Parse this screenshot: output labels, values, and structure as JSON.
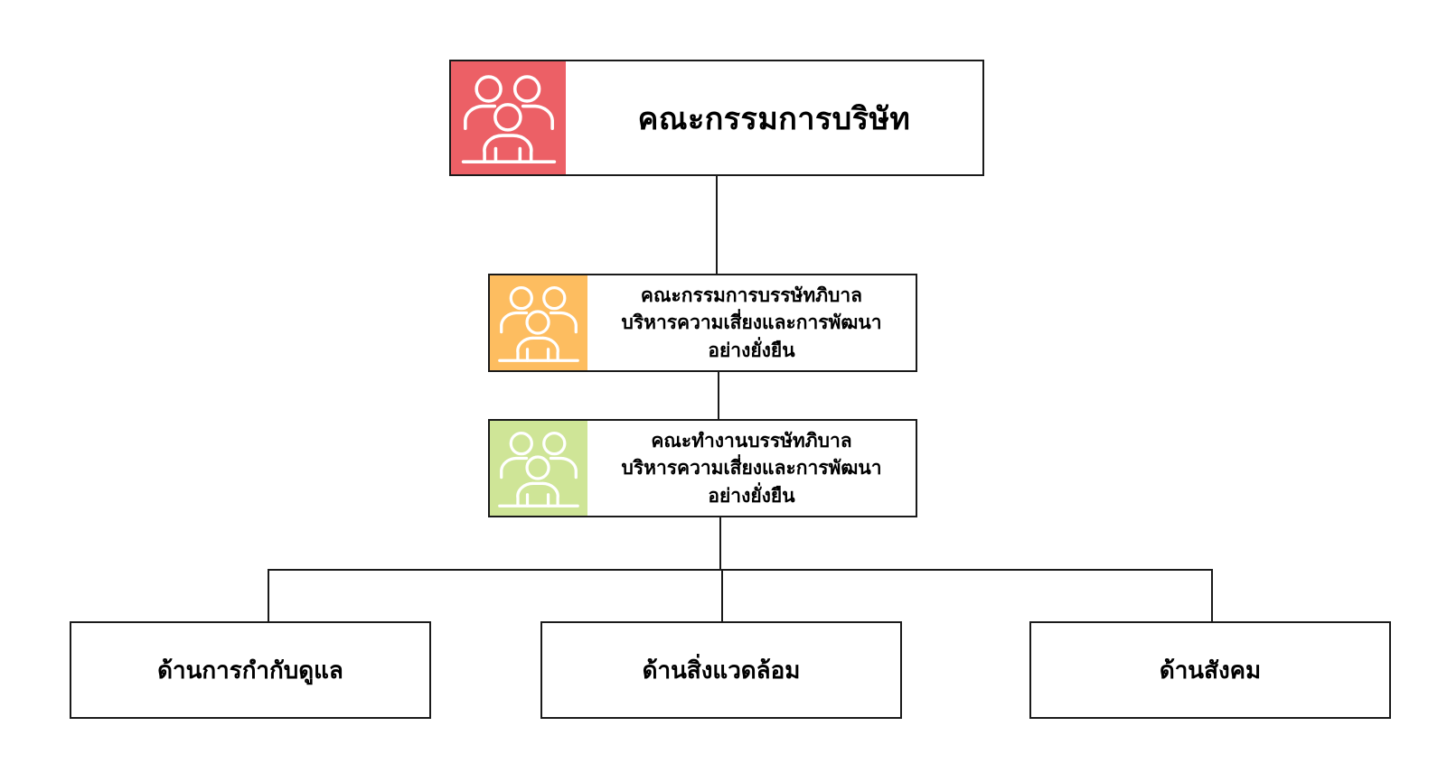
{
  "nodes": {
    "board": {
      "label": "คณะกรรมการบริษัท",
      "color": "#ec6066",
      "icon": "people-group-icon"
    },
    "committee": {
      "lines": [
        "คณะกรรมการบรรษัทภิบาล",
        "บริหารความเสี่ยงและการพัฒนา",
        "อย่างยั่งยืน"
      ],
      "color": "#fdbd60",
      "icon": "people-group-icon"
    },
    "workgroup": {
      "lines": [
        "คณะทำงานบรรษัทภิบาล",
        "บริหารความเสี่ยงและการพัฒนา",
        "อย่างยั่งยืน"
      ],
      "color": "#cfe597",
      "icon": "people-group-icon"
    },
    "areas": [
      {
        "label": "ด้านการกำกับดูแล"
      },
      {
        "label": "ด้านสิ่งแวดล้อม"
      },
      {
        "label": "ด้านสังคม"
      }
    ]
  },
  "colors": {
    "border": "#1a1a1a",
    "icon_stroke": "#ffffff"
  }
}
